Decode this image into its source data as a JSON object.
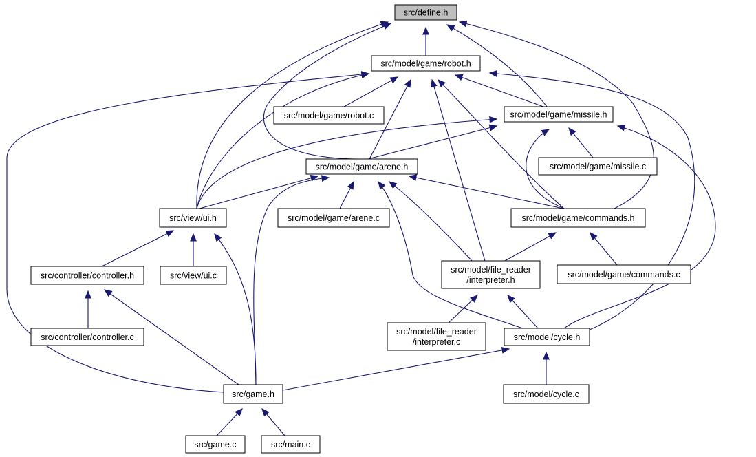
{
  "diagram": {
    "type": "include-dependency-graph",
    "nodes": [
      {
        "id": "define_h",
        "label": [
          "src/define.h"
        ],
        "root": true
      },
      {
        "id": "robot_h",
        "label": [
          "src/model/game/robot.h"
        ]
      },
      {
        "id": "robot_c",
        "label": [
          "src/model/game/robot.c"
        ]
      },
      {
        "id": "missile_h",
        "label": [
          "src/model/game/missile.h"
        ]
      },
      {
        "id": "missile_c",
        "label": [
          "src/model/game/missile.c"
        ]
      },
      {
        "id": "arene_h",
        "label": [
          "src/model/game/arene.h"
        ]
      },
      {
        "id": "arene_c",
        "label": [
          "src/model/game/arene.c"
        ]
      },
      {
        "id": "ui_h",
        "label": [
          "src/view/ui.h"
        ]
      },
      {
        "id": "commands_h",
        "label": [
          "src/model/game/commands.h"
        ]
      },
      {
        "id": "controller_h",
        "label": [
          "src/controller/controller.h"
        ]
      },
      {
        "id": "ui_c",
        "label": [
          "src/view/ui.c"
        ]
      },
      {
        "id": "interpreter_h",
        "label": [
          "src/model/file_reader",
          "/interpreter.h"
        ]
      },
      {
        "id": "commands_c",
        "label": [
          "src/model/game/commands.c"
        ]
      },
      {
        "id": "controller_c",
        "label": [
          "src/controller/controller.c"
        ]
      },
      {
        "id": "interpreter_c",
        "label": [
          "src/model/file_reader",
          "/interpreter.c"
        ]
      },
      {
        "id": "cycle_h",
        "label": [
          "src/model/cycle.h"
        ]
      },
      {
        "id": "game_h",
        "label": [
          "src/game.h"
        ]
      },
      {
        "id": "cycle_c",
        "label": [
          "src/model/cycle.c"
        ]
      },
      {
        "id": "game_c",
        "label": [
          "src/game.c"
        ]
      },
      {
        "id": "main_c",
        "label": [
          "src/main.c"
        ]
      }
    ],
    "edges": [
      {
        "from": "robot_h",
        "to": "define_h"
      },
      {
        "from": "ui_h",
        "to": "define_h"
      },
      {
        "from": "arene_h",
        "to": "define_h"
      },
      {
        "from": "missile_h",
        "to": "define_h"
      },
      {
        "from": "commands_h",
        "to": "define_h"
      },
      {
        "from": "robot_c",
        "to": "robot_h"
      },
      {
        "from": "missile_h",
        "to": "robot_h"
      },
      {
        "from": "arene_h",
        "to": "robot_h"
      },
      {
        "from": "ui_h",
        "to": "robot_h"
      },
      {
        "from": "interpreter_h",
        "to": "robot_h"
      },
      {
        "from": "commands_h",
        "to": "robot_h"
      },
      {
        "from": "cycle_h",
        "to": "robot_h"
      },
      {
        "from": "game_h",
        "to": "robot_h"
      },
      {
        "from": "missile_c",
        "to": "missile_h"
      },
      {
        "from": "arene_h",
        "to": "missile_h"
      },
      {
        "from": "ui_h",
        "to": "missile_h"
      },
      {
        "from": "commands_h",
        "to": "missile_h"
      },
      {
        "from": "cycle_h",
        "to": "missile_h"
      },
      {
        "from": "ui_h",
        "to": "arene_h"
      },
      {
        "from": "arene_c",
        "to": "arene_h"
      },
      {
        "from": "commands_h",
        "to": "arene_h"
      },
      {
        "from": "interpreter_h",
        "to": "arene_h"
      },
      {
        "from": "cycle_h",
        "to": "arene_h"
      },
      {
        "from": "game_h",
        "to": "arene_h"
      },
      {
        "from": "controller_h",
        "to": "ui_h"
      },
      {
        "from": "ui_c",
        "to": "ui_h"
      },
      {
        "from": "game_h",
        "to": "ui_h"
      },
      {
        "from": "interpreter_h",
        "to": "commands_h"
      },
      {
        "from": "commands_c",
        "to": "commands_h"
      },
      {
        "from": "controller_c",
        "to": "controller_h"
      },
      {
        "from": "game_h",
        "to": "controller_h"
      },
      {
        "from": "interpreter_c",
        "to": "interpreter_h"
      },
      {
        "from": "cycle_h",
        "to": "interpreter_h"
      },
      {
        "from": "game_h",
        "to": "cycle_h"
      },
      {
        "from": "cycle_c",
        "to": "cycle_h"
      },
      {
        "from": "game_c",
        "to": "game_h"
      },
      {
        "from": "main_c",
        "to": "game_h"
      }
    ],
    "colors": {
      "edge": "#191970",
      "node_border": "#000000",
      "node_fill": "#ffffff",
      "root_fill": "#bfbfbf",
      "background": "#ffffff"
    }
  }
}
